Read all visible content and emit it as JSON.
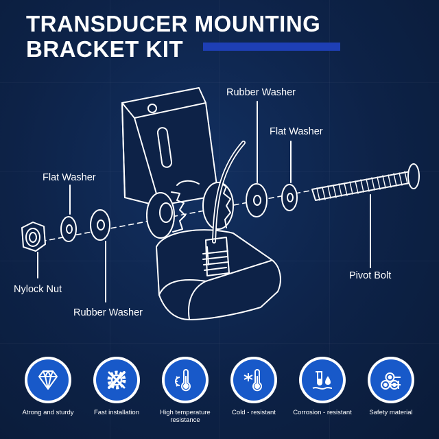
{
  "title": {
    "line1": "TRANSDUCER MOUNTING",
    "line2": "BRACKET KIT",
    "accent_color": "#1e3fb5"
  },
  "parts": {
    "nylock_nut": "Nylock Nut",
    "flat_washer_left": "Flat Washer",
    "rubber_washer_left": "Rubber Washer",
    "rubber_washer_right": "Rubber Washer",
    "flat_washer_right": "Flat Washer",
    "pivot_bolt": "Pivot Bolt"
  },
  "features": [
    {
      "label": "Atrong and sturdy",
      "icon": "diamond-icon"
    },
    {
      "label": "Fast installation",
      "icon": "gear-wrench-icon"
    },
    {
      "label": "High temperature resistance",
      "icon": "thermometer-sun-icon"
    },
    {
      "label": "Cold - resistant",
      "icon": "thermometer-snowflake-icon"
    },
    {
      "label": "Corrosion - resistant",
      "icon": "test-tube-drop-icon"
    },
    {
      "label": "Safety material",
      "icon": "material-rolls-icon"
    }
  ],
  "colors": {
    "background": "#0c1f3f",
    "icon_fill": "#1859c9",
    "line": "#ffffff"
  }
}
